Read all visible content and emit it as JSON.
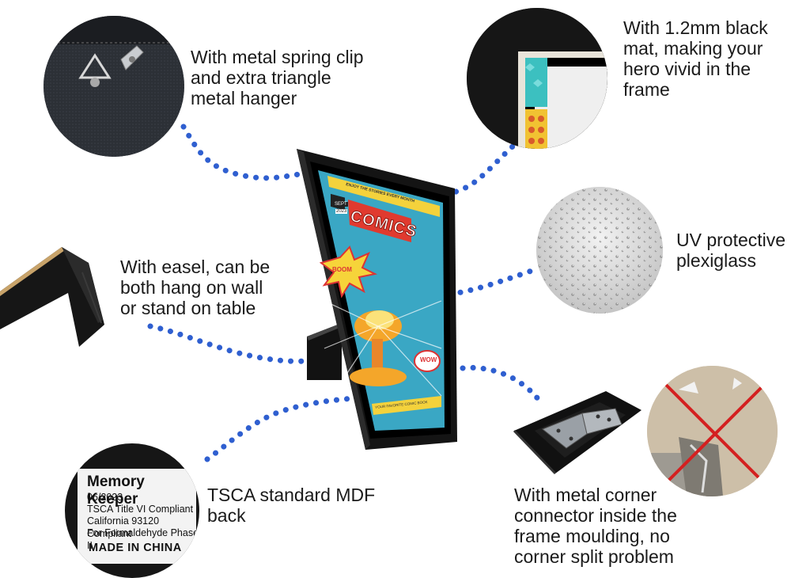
{
  "captions": {
    "spring_clip": [
      "With metal spring clip",
      "and extra triangle",
      "metal hanger"
    ],
    "black_mat": [
      "With 1.2mm black",
      "mat, making your",
      "hero vivid in the",
      "frame"
    ],
    "uv": [
      "UV protective",
      "plexiglass"
    ],
    "easel": [
      "With easel, can be",
      "both hang on wall",
      "or stand on table"
    ],
    "mdf": [
      "TSCA standard MDF",
      "back"
    ],
    "corner": [
      "With metal corner",
      "connector inside the",
      "frame moulding, no",
      "corner split problem"
    ]
  },
  "label": {
    "title": "Memory Keeper",
    "lines": [
      "06/2023",
      "TSCA Title VI Compliant",
      "California 93120 Compliant",
      "For Formaldehyde Phase II"
    ],
    "footer": "MADE IN CHINA"
  },
  "poster": {
    "top_line": "ENJOY THE STORIES EVERY MONTH",
    "date": [
      "SEPT",
      "2023"
    ],
    "title": "COMICS",
    "burst": "BOOM",
    "wow": "WOW",
    "bottom_line": "YOUR FAVORITE COMIC BOOK"
  },
  "colors": {
    "dots": "#2f5fd0",
    "frame": "#141414",
    "cross": "#d42020",
    "poster_bg": "#3aa7c4"
  }
}
